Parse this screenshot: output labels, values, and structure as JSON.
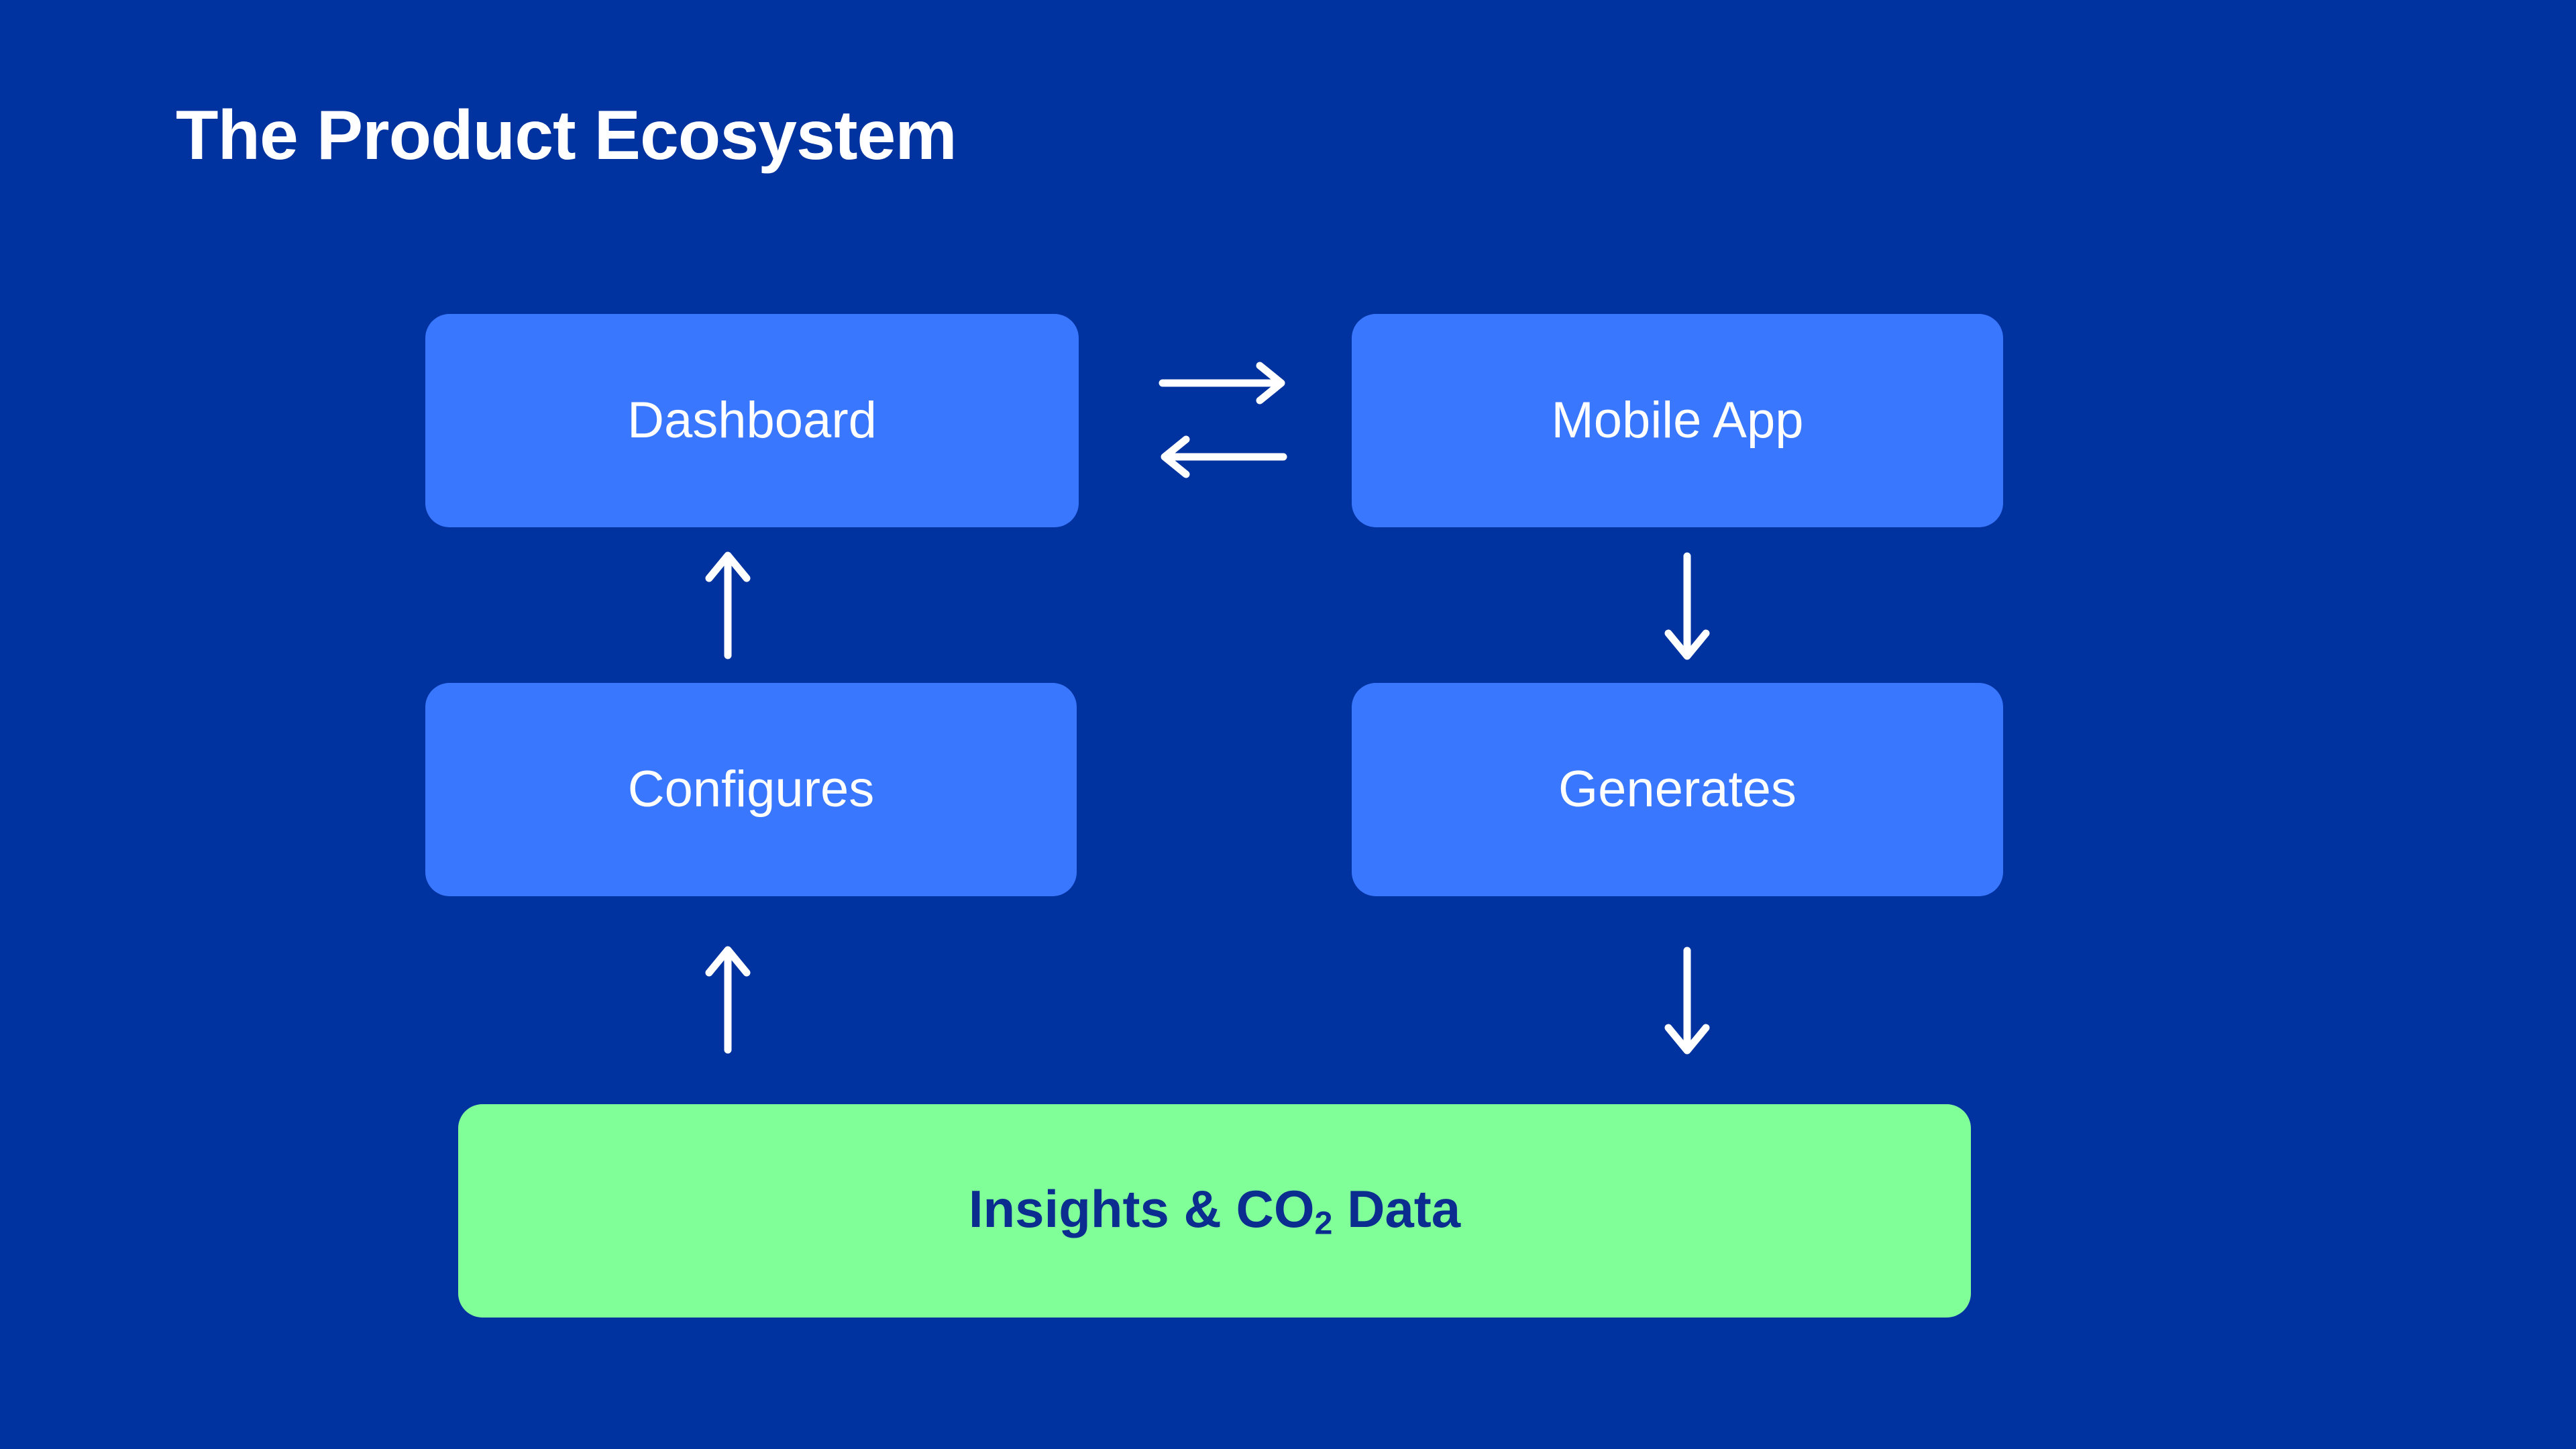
{
  "page": {
    "title": "The Product Ecosystem",
    "background_color": "#0033A0"
  },
  "colors": {
    "background": "#0033A0",
    "node_blue": "#3A77FF",
    "node_green": "#80FF99",
    "text_on_blue": "#FFFFFF",
    "text_on_green": "#0A2D8F",
    "arrow": "#FFFFFF"
  },
  "diagram": {
    "type": "flow",
    "nodes": [
      {
        "id": "dashboard",
        "label": "Dashboard",
        "fill": "#3A77FF",
        "text_color": "#FFFFFF",
        "row": 1,
        "column": "left"
      },
      {
        "id": "mobile-app",
        "label": "Mobile App",
        "fill": "#3A77FF",
        "text_color": "#FFFFFF",
        "row": 1,
        "column": "right"
      },
      {
        "id": "configures",
        "label": "Configures",
        "fill": "#3A77FF",
        "text_color": "#FFFFFF",
        "row": 2,
        "column": "left"
      },
      {
        "id": "generates",
        "label": "Generates",
        "fill": "#3A77FF",
        "text_color": "#FFFFFF",
        "row": 2,
        "column": "right"
      },
      {
        "id": "insights",
        "label_prefix": "Insights & CO",
        "label_subscript": "2",
        "label_suffix": " Data",
        "label_plain": "Insights & CO2 Data",
        "fill": "#80FF99",
        "text_color": "#0A2D8F",
        "row": 3,
        "column": "full"
      }
    ],
    "edges": [
      {
        "id": "dashboard-to-mobile",
        "from": "dashboard",
        "to": "mobile-app",
        "direction": "right"
      },
      {
        "id": "mobile-to-dashboard",
        "from": "mobile-app",
        "to": "dashboard",
        "direction": "left"
      },
      {
        "id": "configures-to-dashboard",
        "from": "configures",
        "to": "dashboard",
        "direction": "up"
      },
      {
        "id": "mobile-to-generates",
        "from": "mobile-app",
        "to": "generates",
        "direction": "down"
      },
      {
        "id": "insights-to-configures",
        "from": "insights",
        "to": "configures",
        "direction": "up"
      },
      {
        "id": "generates-to-insights",
        "from": "generates",
        "to": "insights",
        "direction": "down"
      }
    ]
  }
}
